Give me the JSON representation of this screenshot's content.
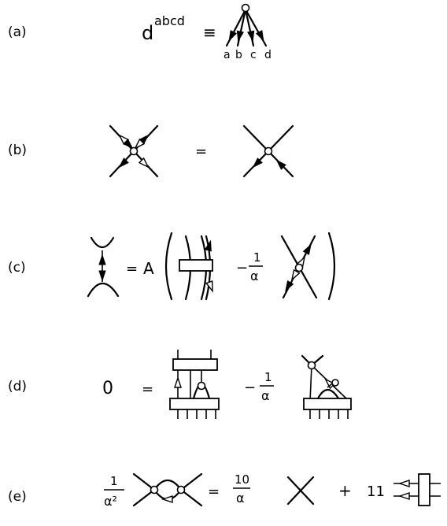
{
  "rows": {
    "a": {
      "label": "(a)",
      "symbol": "d",
      "superscript": "abcd",
      "equiv": "≡",
      "indices": [
        "a",
        "b",
        "c",
        "d"
      ]
    },
    "b": {
      "label": "(b)",
      "equals": "="
    },
    "c": {
      "label": "(c)",
      "equals": "=",
      "coefficient": "A",
      "minus": "−",
      "frac_num": "1",
      "frac_den": "α"
    },
    "d": {
      "label": "(d)",
      "lhs": "0",
      "equals": "=",
      "minus": "−",
      "frac_num": "1",
      "frac_den": "α"
    },
    "e": {
      "label": "(e)",
      "frac_num": "1",
      "frac_den": "α²",
      "equals": "=",
      "frac2_num": "10",
      "frac2_den": "α",
      "plus": "+",
      "coefficient": "11"
    }
  }
}
